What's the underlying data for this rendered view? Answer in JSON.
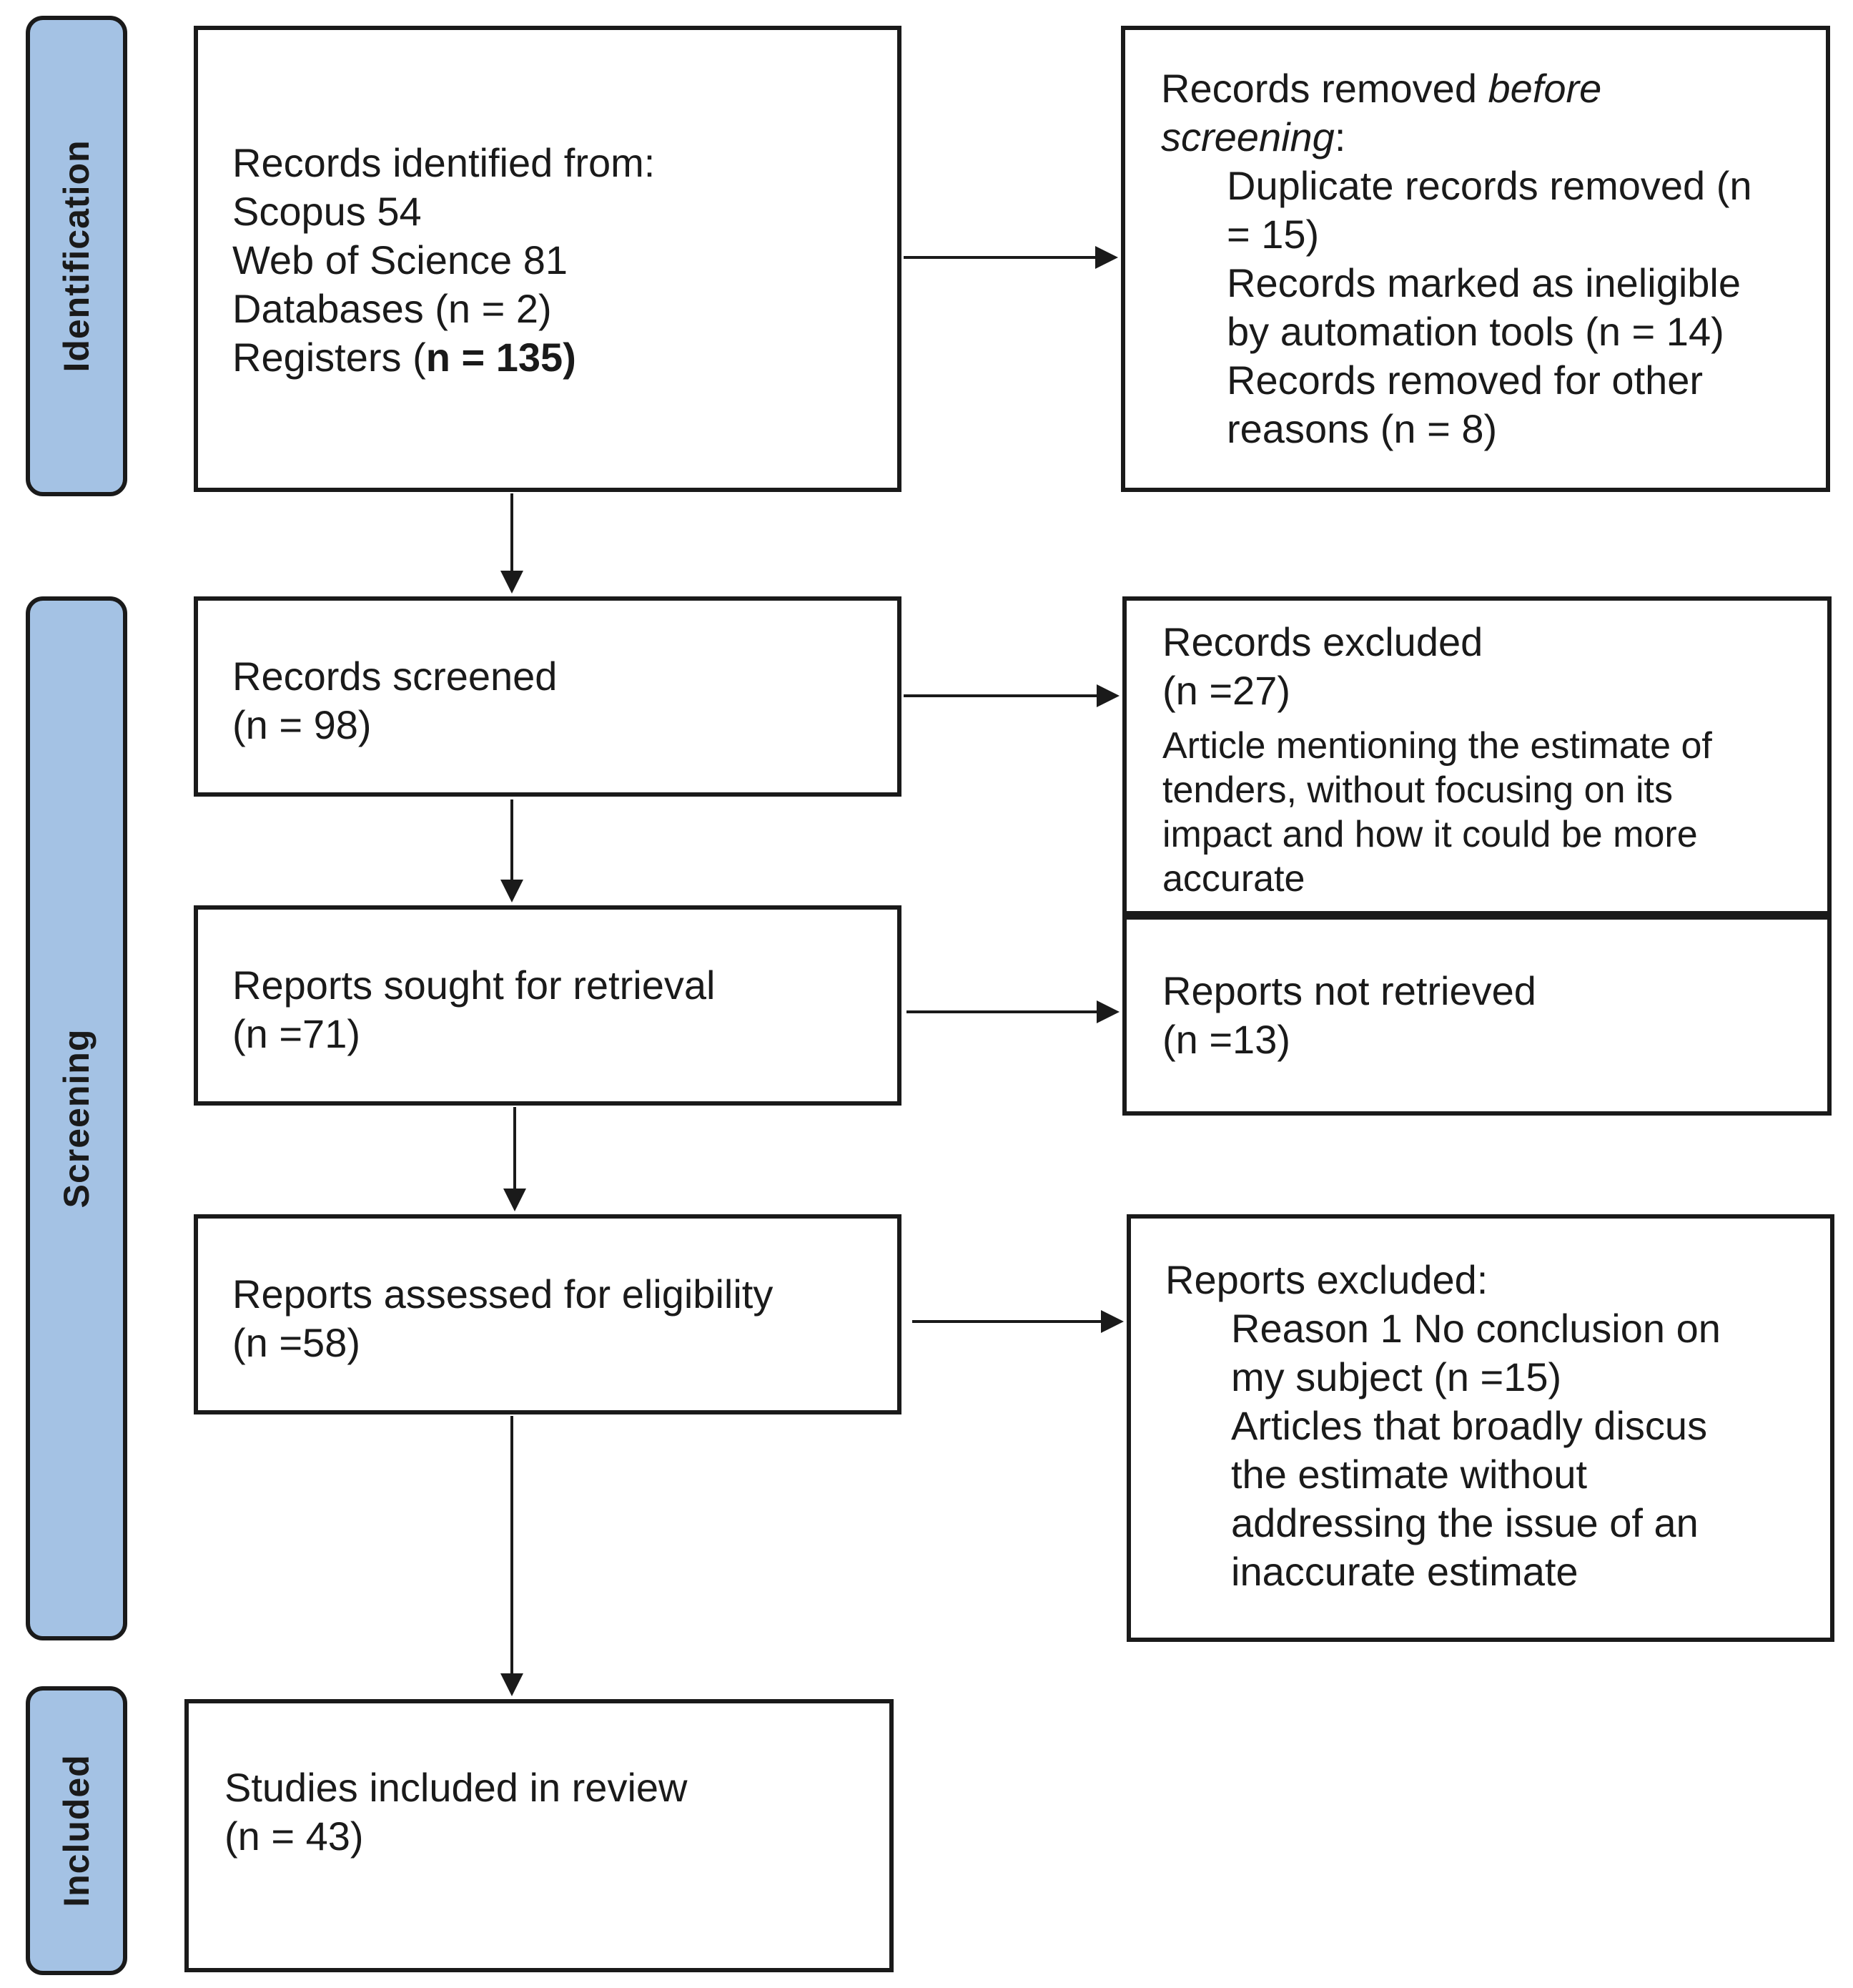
{
  "phases": {
    "identification": "Identification",
    "screening": "Screening",
    "included": "Included"
  },
  "identified": {
    "line1": "Records identified from:",
    "line2": "Scopus 54",
    "line3": "Web of Science 81",
    "line4": "Databases (n = 2)",
    "line5_prefix": "Registers (",
    "line5_bold": "n = 135)"
  },
  "removed_before": {
    "title_prefix": "Records removed ",
    "title_italic1": "before",
    "title_italic2": "screening",
    "title_suffix": ":",
    "dup1": "Duplicate records removed (n",
    "dup2": "= 15)",
    "inel1": "Records marked as ineligible",
    "inel2": "by automation tools (n = 14)",
    "other1": "Records removed for other",
    "other2": "reasons (n = 8)"
  },
  "screened": {
    "label": "Records screened",
    "count": "(n = 98)"
  },
  "excluded": {
    "label": "Records excluded",
    "count": "(n =27)",
    "reason1": "Article mentioning the estimate of",
    "reason2": "tenders, without focusing on its",
    "reason3": "impact and how it could be more",
    "reason4": "accurate"
  },
  "sought": {
    "label": "Reports sought for retrieval",
    "count": "(n =71)"
  },
  "not_retrieved": {
    "label": "Reports not retrieved",
    "count": "(n =13)"
  },
  "assessed": {
    "label": "Reports assessed for eligibility",
    "count": "(n =58)"
  },
  "reports_excluded": {
    "title": "Reports excluded:",
    "r1a": "Reason 1 No conclusion on",
    "r1b": "my subject (n =15)",
    "r2a": "Articles that broadly discus",
    "r2b": "the estimate without",
    "r2c": "addressing the issue of an",
    "r2d": "inaccurate estimate"
  },
  "included": {
    "label": "Studies included in review",
    "count": "(n = 43)"
  }
}
